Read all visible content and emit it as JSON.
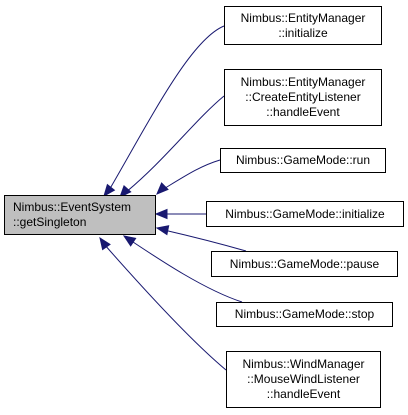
{
  "diagram": {
    "root": {
      "lines": [
        "Nimbus::EventSystem",
        "::getSingleton"
      ]
    },
    "callers": [
      {
        "lines": [
          "Nimbus::EntityManager",
          "::initialize"
        ]
      },
      {
        "lines": [
          "Nimbus::EntityManager",
          "::CreateEntityListener",
          "::handleEvent"
        ]
      },
      {
        "lines": [
          "Nimbus::GameMode::run"
        ]
      },
      {
        "lines": [
          "Nimbus::GameMode::initialize"
        ]
      },
      {
        "lines": [
          "Nimbus::GameMode::pause"
        ]
      },
      {
        "lines": [
          "Nimbus::GameMode::stop"
        ]
      },
      {
        "lines": [
          "Nimbus::WindManager",
          "::MouseWindListener",
          "::handleEvent"
        ]
      }
    ],
    "colors": {
      "edge": "#191970",
      "root_fill": "#bfbfbf",
      "node_fill": "#ffffff",
      "border": "#000000"
    }
  }
}
